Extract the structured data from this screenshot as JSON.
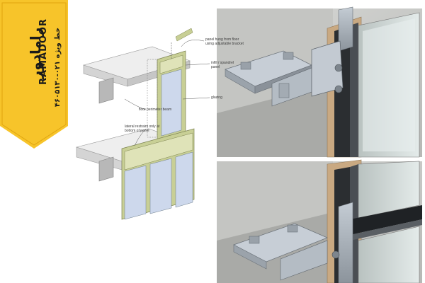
{
  "logo": {
    "brand_fa": "رامادور",
    "brand_en": "RAMADOOR",
    "phone_fa": "خط ویژه ۰۲۱-۴۶۰۵۱۳۰"
  },
  "diagram": {
    "labels": [
      "panel hung from floor using adjustable bracket",
      "infill / spandrel panel",
      "glazing",
      "floor perimeter beam",
      "lateral restraint only at bottom of panel"
    ]
  },
  "colors": {
    "logo_yellow": "#f7c42a",
    "frame_green": "#c8cf95",
    "glass_blue": "#cdd8ec",
    "bracket_grey": "#aab2bb"
  }
}
